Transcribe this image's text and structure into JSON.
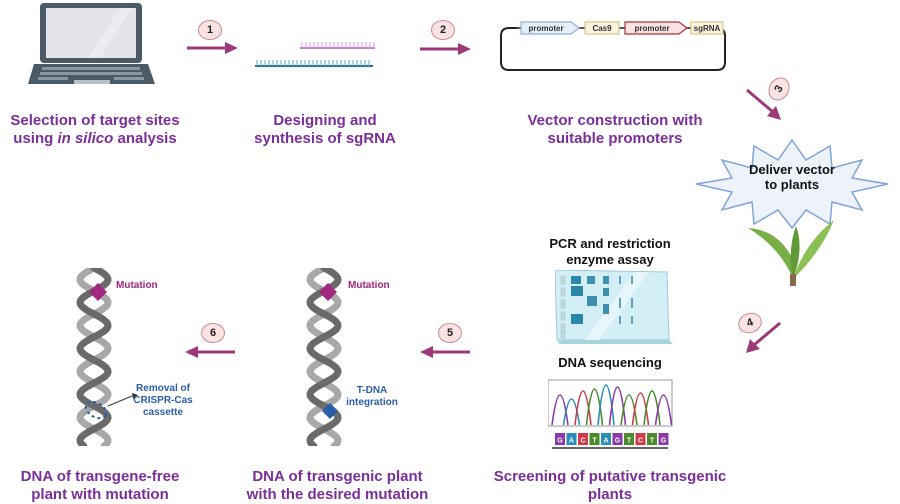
{
  "steps": [
    {
      "number": "1",
      "caption_line1": "Selection of target sites",
      "caption_line2_pre": "using ",
      "caption_line2_italic": "in silico",
      "caption_line2_post": " analysis"
    },
    {
      "number": "2",
      "caption_line1": "Designing and",
      "caption_line2": "synthesis of sgRNA"
    },
    {
      "number": "3",
      "caption_line1": "Vector construction with",
      "caption_line2": "suitable promoters"
    },
    {
      "number": "4",
      "caption_line1": "Deliver vector",
      "caption_line2": "to plants"
    },
    {
      "number": "5",
      "caption_line1": "Screening of putative transgenic",
      "caption_line2": "plants"
    },
    {
      "number": "6",
      "caption_line1": "DNA of transgenic plant",
      "caption_line2": "with the desired mutation"
    }
  ],
  "final": {
    "caption_line1": "DNA of transgene-free",
    "caption_line2": "plant with mutation"
  },
  "vector": {
    "segments": [
      "promoter",
      "Cas9",
      "promoter",
      "sgRNA"
    ]
  },
  "screening": {
    "pcr_label_line1": "PCR and restriction",
    "pcr_label_line2": "enzyme assay",
    "seq_label": "DNA sequencing",
    "bases": [
      "G",
      "A",
      "C",
      "T",
      "A",
      "G",
      "T",
      "C",
      "T",
      "G"
    ]
  },
  "dna_labels": {
    "mutation": "Mutation",
    "tdna_line1": "T-DNA",
    "tdna_line2": "integration",
    "removal_line1": "Removal of",
    "removal_line2": "CRISPR-Cas",
    "removal_line3": "cassette"
  },
  "colors": {
    "caption": "#7a2e9a",
    "arrow": "#9c3a78",
    "mutation": "#a0287f",
    "tdna": "#2a5ea8",
    "badge_fill": "#fbe3e4"
  }
}
